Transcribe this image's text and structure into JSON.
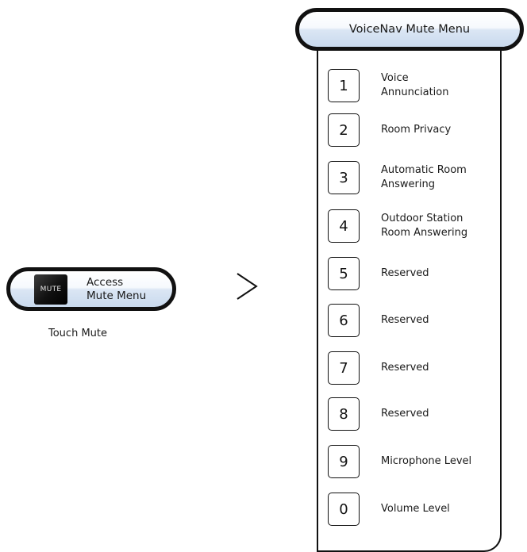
{
  "left": {
    "mute_key_label": "MUTE",
    "access_label_line1": "Access",
    "access_label_line2": "Mute Menu",
    "caption": "Touch Mute"
  },
  "arrow": ">",
  "menu": {
    "title": "VoiceNav Mute Menu",
    "items": [
      {
        "key": "1",
        "label": [
          "Voice",
          "Annunciation"
        ]
      },
      {
        "key": "2",
        "label": [
          "Room Privacy"
        ]
      },
      {
        "key": "3",
        "label": [
          "Automatic Room",
          "Answering"
        ]
      },
      {
        "key": "4",
        "label": [
          "Outdoor Station",
          "Room Answering"
        ]
      },
      {
        "key": "5",
        "label": [
          "Reserved"
        ]
      },
      {
        "key": "6",
        "label": [
          "Reserved"
        ]
      },
      {
        "key": "7",
        "label": [
          "Reserved"
        ]
      },
      {
        "key": "8",
        "label": [
          "Reserved"
        ]
      },
      {
        "key": "9",
        "label": [
          "Microphone Level"
        ]
      },
      {
        "key": "0",
        "label": [
          "Volume Level"
        ]
      }
    ]
  }
}
